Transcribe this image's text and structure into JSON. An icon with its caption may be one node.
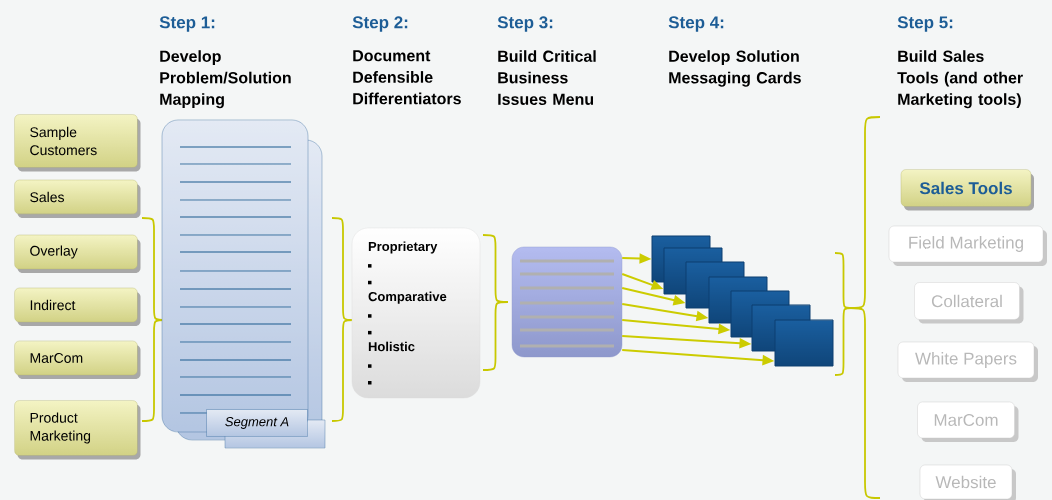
{
  "diagram": {
    "nodes": [
      {
        "text": [
          "Sample Customers"
        ]
      },
      {
        "text": [
          "Sales"
        ]
      },
      {
        "text": [
          "Overlay"
        ]
      },
      {
        "text": [
          "Indirect"
        ]
      },
      {
        "text": [
          "MarCom"
        ]
      },
      {
        "text": [
          "Product Marketing"
        ]
      },
      {
        "text": [
          "Segment A"
        ]
      },
      {
        "text": [
          "Proprietary",
          "Comparative",
          "Holistic"
        ]
      },
      {
        "text": [],
        "shape": "box"
      },
      {
        "text": [],
        "shape": "box"
      },
      {
        "text": [],
        "shape": "box"
      },
      {
        "text": [],
        "shape": "box"
      },
      {
        "text": [],
        "shape": "box"
      },
      {
        "text": [],
        "shape": "box"
      },
      {
        "text": [],
        "shape": "box"
      },
      {
        "text": [],
        "shape": "box"
      },
      {
        "text": [
          "Sales Tools"
        ]
      },
      {
        "text": [
          "Field Marketing"
        ]
      },
      {
        "text": [
          "Collateral"
        ]
      },
      {
        "text": [
          "White Papers"
        ]
      },
      {
        "text": [
          "MarCom"
        ]
      },
      {
        "text": [
          "Website"
        ]
      }
    ],
    "edges": [
      {
        "from": 8,
        "to": 9,
        "arrow": "to"
      },
      {
        "from": 8,
        "to": 10,
        "arrow": "to"
      },
      {
        "from": 8,
        "to": 11,
        "arrow": "to"
      },
      {
        "from": 8,
        "to": 12,
        "arrow": "to"
      },
      {
        "from": 8,
        "to": 13,
        "arrow": "to"
      },
      {
        "from": 8,
        "to": 14,
        "arrow": "to"
      },
      {
        "from": 8,
        "to": 15,
        "arrow": "to"
      }
    ],
    "labels": [
      "Step 1:",
      "Develop Problem/Solution Mapping",
      "Step 2:",
      "Document Defensible Differentiators",
      "Step 3:",
      "Build Critical Business Issues Menu",
      "Step 4:",
      "Develop Solution Messaging Cards",
      "Step 5:",
      "Build Sales Tools (and other Marketing tools)"
    ]
  }
}
